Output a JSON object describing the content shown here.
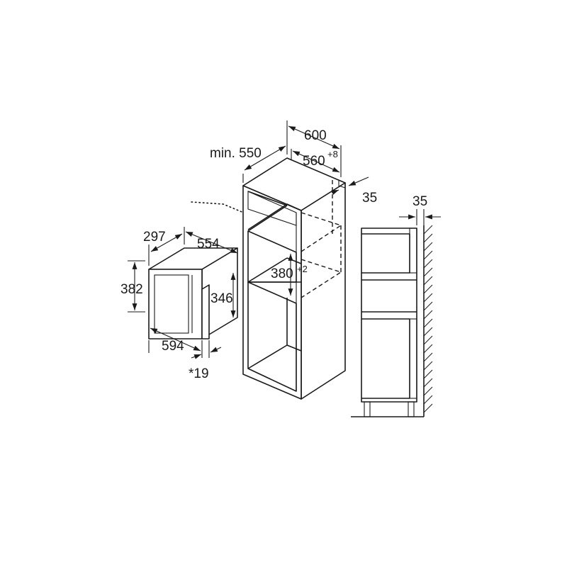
{
  "dimensions": {
    "cabinet_width": "600",
    "cabinet_depth": "min. 550",
    "niche_width": "560",
    "niche_width_tolerance": "+8",
    "rear_gap": "35",
    "niche_height": "380",
    "niche_height_tolerance": "+2",
    "side_rear_gap": "35",
    "appliance_depth": "297",
    "appliance_depth_body": "554",
    "appliance_height": "382",
    "appliance_body_height": "346",
    "appliance_width": "594",
    "front_offset": "*19"
  },
  "colors": {
    "line": "#1a1a1a",
    "background": "#ffffff"
  }
}
